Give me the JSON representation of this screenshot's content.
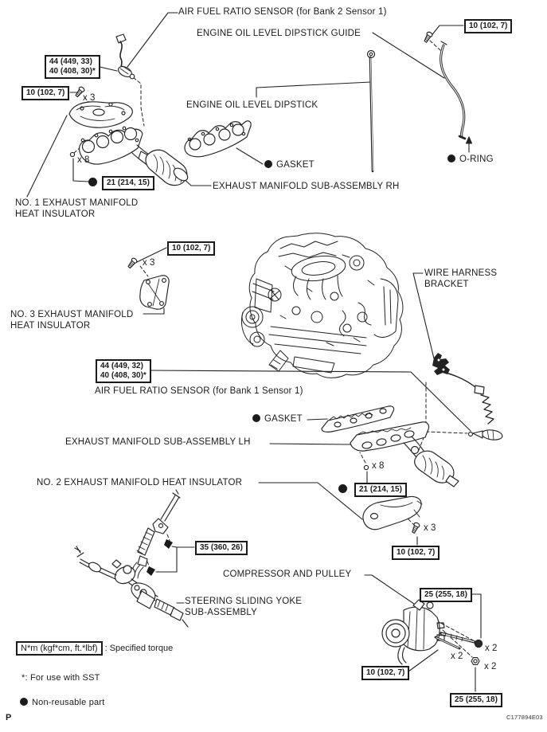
{
  "diagram": {
    "figure_code": "C177894E03",
    "page_marker": "P",
    "colors": {
      "ink": "#1b1b1b",
      "background": "#ffffff"
    },
    "parts": {
      "af_sensor_bank2": "AIR FUEL RATIO SENSOR (for Bank 2 Sensor 1)",
      "oil_dipstick_guide": "ENGINE OIL LEVEL DIPSTICK GUIDE",
      "oil_dipstick": "ENGINE OIL LEVEL DIPSTICK",
      "gasket": "GASKET",
      "o_ring": "O-RING",
      "exhaust_manifold_rh": "EXHAUST MANIFOLD SUB-ASSEMBLY RH",
      "no1_heat_insulator_l1": "NO. 1 EXHAUST MANIFOLD",
      "no1_heat_insulator_l2": "HEAT INSULATOR",
      "no3_heat_insulator_l1": "NO. 3 EXHAUST MANIFOLD",
      "no3_heat_insulator_l2": "HEAT INSULATOR",
      "wire_harness_bracket_l1": "WIRE HARNESS",
      "wire_harness_bracket_l2": "BRACKET",
      "af_sensor_bank1": "AIR FUEL RATIO SENSOR (for Bank 1 Sensor 1)",
      "exhaust_manifold_lh": "EXHAUST MANIFOLD SUB-ASSEMBLY LH",
      "no2_heat_insulator": "NO. 2 EXHAUST MANIFOLD HEAT INSULATOR",
      "compressor_and_pulley": "COMPRESSOR AND PULLEY",
      "steering_yoke_l1": "STEERING SLIDING YOKE",
      "steering_yoke_l2": "SUB-ASSEMBLY"
    },
    "torques": {
      "t44_449_33": "44 (449, 33)",
      "t44_449_32": "44 (449, 32)",
      "t40_408_30": "40 (408, 30)*",
      "t10_102_7": "10 (102, 7)",
      "t21_214_15": "21 (214, 15)",
      "t35_360_26": "35 (360, 26)",
      "t25_255_18": "25 (255, 18)"
    },
    "quantities": {
      "x2": "x 2",
      "x3": "x 3",
      "x8": "x 8"
    },
    "legend": {
      "torque_unit_box": "N*m (kgf*cm, ft.*lbf)",
      "torque_meaning": ": Specified torque",
      "sst_note": "*: For use with SST",
      "non_reusable": "Non-reusable part"
    }
  }
}
